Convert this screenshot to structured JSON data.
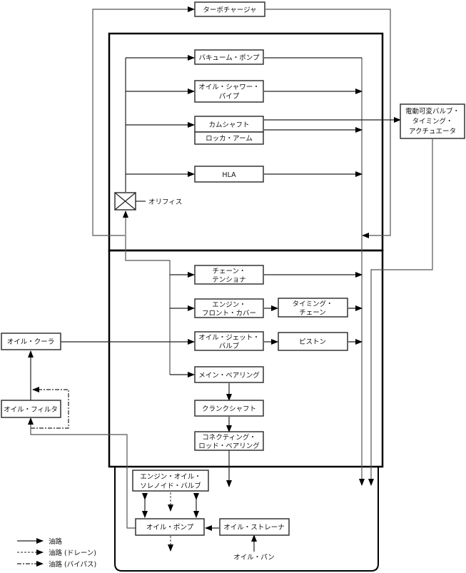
{
  "components": {
    "turbocharger": "ターボチャージャ",
    "vacuum_pump": "バキューム・ポンプ",
    "oil_shower_pipe": [
      "オイル・シャワー・",
      "パイプ"
    ],
    "camshaft": "カムシャフト",
    "rocker_arm": "ロッカ・アーム",
    "hla": "HLA",
    "orifice": "オリフィス",
    "vvt_actuator": [
      "電動可変バルブ・",
      "タイミング・",
      "アクチュエータ"
    ],
    "chain_tensioner": [
      "チェーン・",
      "テンショナ"
    ],
    "engine_front_cover": [
      "エンジン・",
      "フロント・カバー"
    ],
    "timing_chain": [
      "タイミング・",
      "チェーン"
    ],
    "oil_jet_valve": [
      "オイル・ジェット・",
      "バルブ"
    ],
    "piston": "ピストン",
    "oil_cooler": "オイル・クーラ",
    "oil_filter": "オイル・フィルタ",
    "main_bearing": "メイン・ベアリング",
    "crankshaft": "クランクシャフト",
    "connecting_rod_bearing": [
      "コネクティング・",
      "ロッド・ベアリング"
    ],
    "solenoid_valve": [
      "エンジン・オイル・",
      "ソレノイド・バルブ"
    ],
    "oil_pump": "オイル・ポンプ",
    "oil_strainer": "オイル・ストレーナ",
    "oil_pan": "オイル・パン"
  },
  "legend": [
    {
      "style": "solid",
      "label": "油路"
    },
    {
      "style": "dashed",
      "label": "油路 (ドレーン)"
    },
    {
      "style": "dashdot",
      "label": "油路 (バイパス)"
    }
  ]
}
